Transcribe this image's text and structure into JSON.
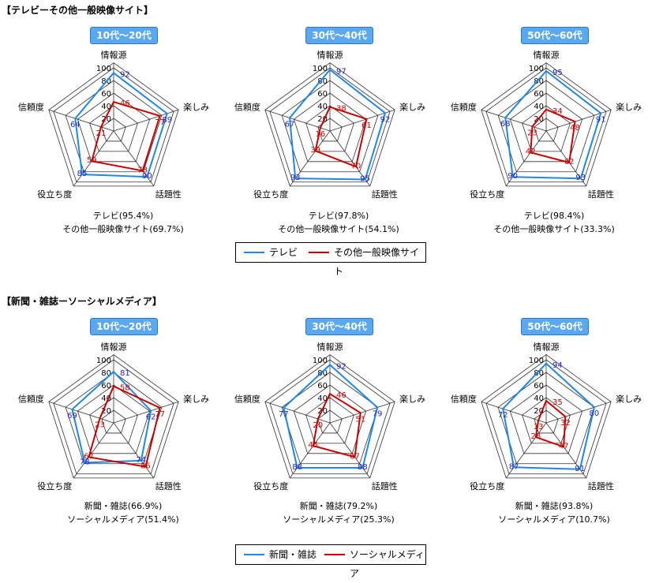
{
  "colors": {
    "series_a": "#1e88e5",
    "series_b": "#cc0000",
    "pill_bg": "#5aa8f0"
  },
  "sections": [
    {
      "title": "【テレビーその他一般映像サイト】",
      "legend": [
        "テレビ",
        "その他一般映像サイト"
      ]
    },
    {
      "title": "【新聞・雑誌ーソーシャルメディア】",
      "legend": [
        "新聞・雑誌",
        "ソーシャルメディア"
      ]
    }
  ],
  "chart_data": [
    {
      "type": "radar",
      "title": "10代〜20代",
      "axes": [
        "情報源",
        "楽しみ",
        "話題性",
        "役立ち度",
        "信頼度"
      ],
      "rlim": [
        0,
        100
      ],
      "ticks": [
        20,
        40,
        60,
        80,
        100
      ],
      "series": [
        {
          "name": "テレビ",
          "values": [
            92,
            89,
            90,
            85,
            64
          ]
        },
        {
          "name": "その他一般映像サイト",
          "values": [
            46,
            77,
            78,
            59,
            21
          ]
        }
      ],
      "caption": [
        "テレビ(95.4%)",
        "その他一般映像サイト(69.7%)"
      ]
    },
    {
      "type": "radar",
      "title": "30代〜40代",
      "axes": [
        "情報源",
        "楽しみ",
        "話題性",
        "役立ち度",
        "信頼度"
      ],
      "rlim": [
        0,
        100
      ],
      "ticks": [
        20,
        40,
        60,
        80,
        100
      ],
      "series": [
        {
          "name": "テレビ",
          "values": [
            97,
            92,
            95,
            93,
            67
          ]
        },
        {
          "name": "その他一般映像サイト",
          "values": [
            38,
            61,
            70,
            39,
            16
          ]
        }
      ],
      "caption": [
        "テレビ(97.8%)",
        "その他一般映像サイト(54.1%)"
      ]
    },
    {
      "type": "radar",
      "title": "50代〜60代",
      "axes": [
        "情報源",
        "楽しみ",
        "話題性",
        "役立ち度",
        "信頼度"
      ],
      "rlim": [
        0,
        100
      ],
      "ticks": [
        20,
        40,
        60,
        80,
        100
      ],
      "series": [
        {
          "name": "テレビ",
          "values": [
            95,
            91,
            93,
            90,
            68
          ]
        },
        {
          "name": "その他一般映像サイト",
          "values": [
            34,
            48,
            62,
            42,
            23
          ]
        }
      ],
      "caption": [
        "テレビ(98.4%)",
        "その他一般映像サイト(33.3%)"
      ]
    },
    {
      "type": "radar",
      "title": "10代〜20代",
      "axes": [
        "情報源",
        "楽しみ",
        "話題性",
        "役立ち度",
        "信頼度"
      ],
      "rlim": [
        0,
        100
      ],
      "ticks": [
        20,
        40,
        60,
        80,
        100
      ],
      "series": [
        {
          "name": "新聞・雑誌",
          "values": [
            81,
            62,
            74,
            78,
            69
          ]
        },
        {
          "name": "ソーシャルメディア",
          "values": [
            58,
            77,
            86,
            67,
            23
          ]
        }
      ],
      "caption": [
        "新聞・雑誌(66.9%)",
        "ソーシャルメディア(51.4%)"
      ]
    },
    {
      "type": "radar",
      "title": "30代〜40代",
      "axes": [
        "情報源",
        "楽しみ",
        "話題性",
        "役立ち度",
        "信頼度"
      ],
      "rlim": [
        0,
        100
      ],
      "ticks": [
        20,
        40,
        60,
        80,
        100
      ],
      "series": [
        {
          "name": "新聞・雑誌",
          "values": [
            92,
            79,
            88,
            88,
            77
          ]
        },
        {
          "name": "ソーシャルメディア",
          "values": [
            46,
            51,
            67,
            45,
            20
          ]
        }
      ],
      "caption": [
        "新聞・雑誌(79.2%)",
        "ソーシャルメディア(25.3%)"
      ]
    },
    {
      "type": "radar",
      "title": "50代〜60代",
      "axes": [
        "情報源",
        "楽しみ",
        "話題性",
        "役立ち度",
        "信頼度"
      ],
      "rlim": [
        0,
        100
      ],
      "ticks": [
        20,
        40,
        60,
        80,
        100
      ],
      "series": [
        {
          "name": "新聞・雑誌",
          "values": [
            94,
            80,
            91,
            87,
            72
          ]
        },
        {
          "name": "ソーシャルメディア",
          "values": [
            35,
            32,
            47,
            28,
            13
          ]
        }
      ],
      "caption": [
        "新聞・雑誌(93.8%)",
        "ソーシャルメディア(10.7%)"
      ]
    }
  ]
}
